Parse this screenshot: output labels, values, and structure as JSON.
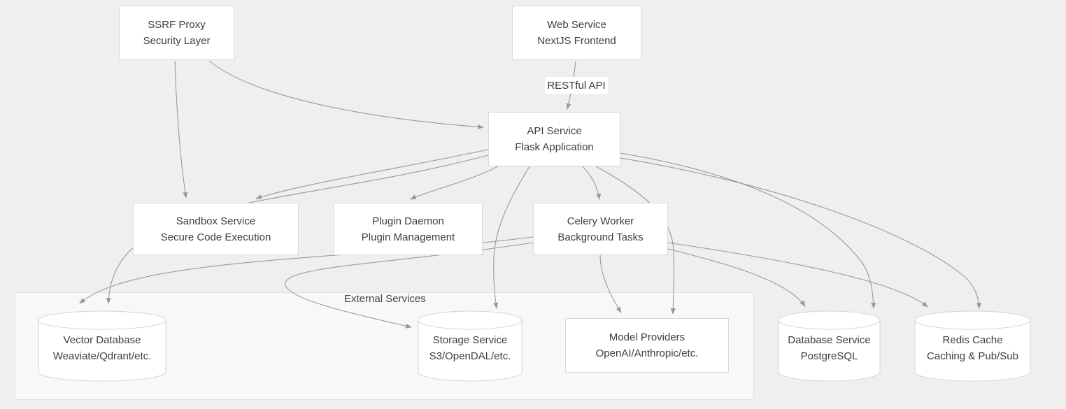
{
  "diagram": {
    "title": "Service architecture diagram",
    "nodes": {
      "ssrf_proxy": {
        "shape": "box",
        "line1": "SSRF Proxy",
        "line2": "Security Layer"
      },
      "web_service": {
        "shape": "box",
        "line1": "Web Service",
        "line2": "NextJS Frontend"
      },
      "api_service": {
        "shape": "box",
        "line1": "API Service",
        "line2": "Flask Application"
      },
      "sandbox_service": {
        "shape": "box",
        "line1": "Sandbox Service",
        "line2": "Secure Code Execution"
      },
      "plugin_daemon": {
        "shape": "box",
        "line1": "Plugin Daemon",
        "line2": "Plugin Management"
      },
      "celery_worker": {
        "shape": "box",
        "line1": "Celery Worker",
        "line2": "Background Tasks"
      },
      "vector_database": {
        "shape": "cylinder",
        "line1": "Vector Database",
        "line2": "Weaviate/Qdrant/etc."
      },
      "storage_service": {
        "shape": "cylinder",
        "line1": "Storage Service",
        "line2": "S3/OpenDAL/etc."
      },
      "model_providers": {
        "shape": "box",
        "line1": "Model Providers",
        "line2": "OpenAI/Anthropic/etc."
      },
      "database_service": {
        "shape": "cylinder",
        "line1": "Database Service",
        "line2": "PostgreSQL"
      },
      "redis_cache": {
        "shape": "cylinder",
        "line1": "Redis Cache",
        "line2": "Caching & Pub/Sub"
      }
    },
    "labels": {
      "edge_web_to_api": "RESTful API",
      "external_group": "External Services"
    },
    "external_group_members": [
      "vector_database",
      "storage_service",
      "model_providers"
    ],
    "edges": [
      {
        "from": "ssrf_proxy",
        "to": "sandbox_service"
      },
      {
        "from": "ssrf_proxy",
        "to": "api_service"
      },
      {
        "from": "web_service",
        "to": "api_service",
        "label": "RESTful API"
      },
      {
        "from": "api_service",
        "to": "sandbox_service"
      },
      {
        "from": "api_service",
        "to": "plugin_daemon"
      },
      {
        "from": "api_service",
        "to": "celery_worker"
      },
      {
        "from": "api_service",
        "to": "vector_database"
      },
      {
        "from": "api_service",
        "to": "storage_service"
      },
      {
        "from": "api_service",
        "to": "model_providers"
      },
      {
        "from": "api_service",
        "to": "database_service"
      },
      {
        "from": "api_service",
        "to": "redis_cache"
      },
      {
        "from": "celery_worker",
        "to": "vector_database"
      },
      {
        "from": "celery_worker",
        "to": "storage_service"
      },
      {
        "from": "celery_worker",
        "to": "model_providers"
      },
      {
        "from": "celery_worker",
        "to": "database_service"
      },
      {
        "from": "celery_worker",
        "to": "redis_cache"
      }
    ],
    "colors": {
      "background": "#f0efed",
      "node_fill": "#ffffff",
      "node_border": "#d9d9d7",
      "cylinder_border": "#d5d5d3",
      "edge": "#999999",
      "text": "#3d3d3d",
      "group_fill": "#f8f8f7",
      "group_border": "#e2e2e0"
    }
  }
}
